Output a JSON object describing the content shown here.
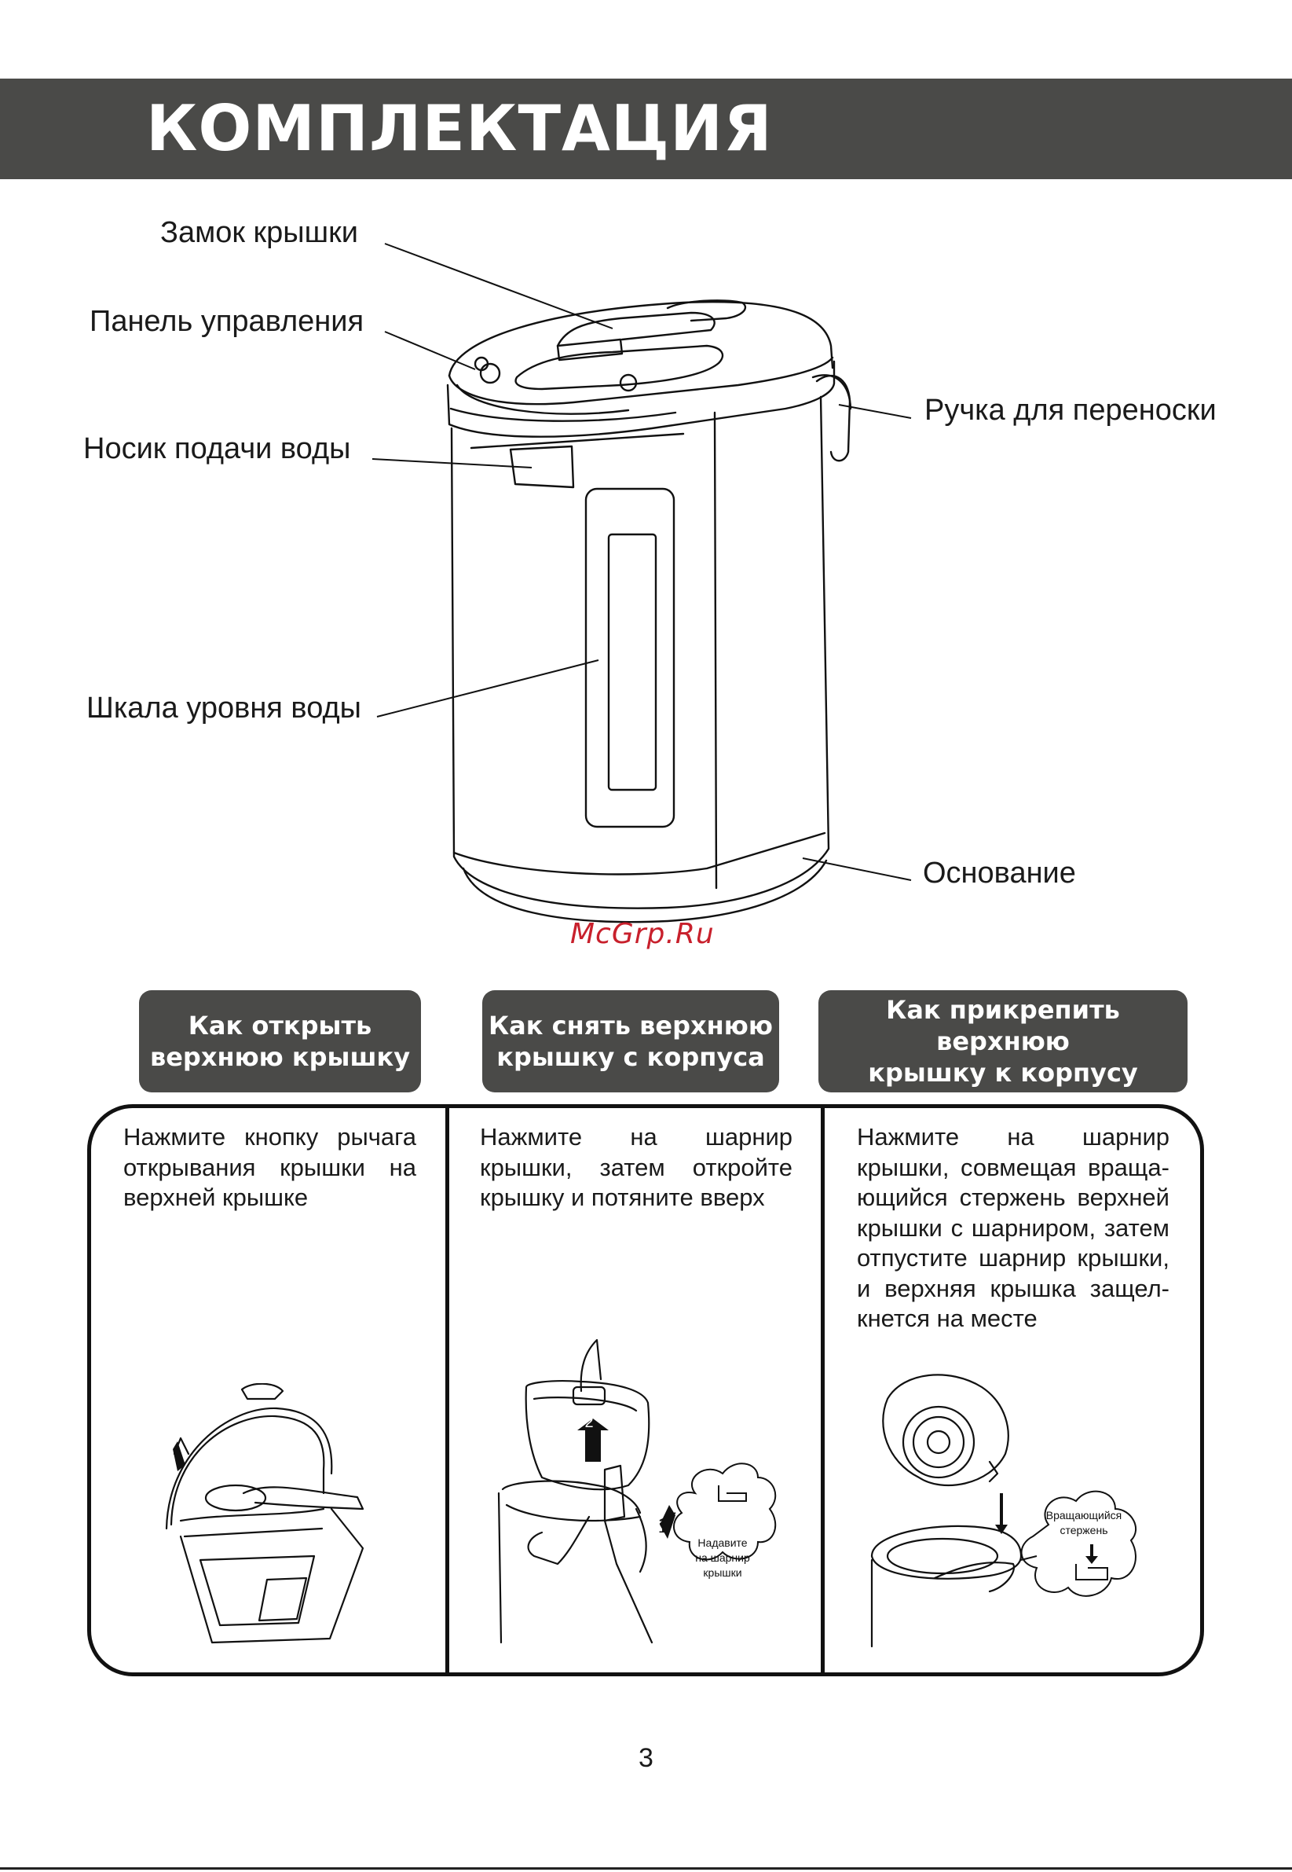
{
  "header": {
    "title": "КОМПЛЕКТАЦИЯ",
    "band_color": "#4a4a48"
  },
  "diagram": {
    "labels": {
      "lid_lock": "Замок крышки",
      "control_panel": "Панель управления",
      "spout": "Носик подачи воды",
      "water_gauge": "Шкала уровня воды",
      "carry_handle": "Ручка для переноски",
      "base": "Основание"
    }
  },
  "watermark": "McGrp.Ru",
  "steps": [
    {
      "title_line1": "Как открыть",
      "title_line2": "верхнюю крышку",
      "text": "Нажмите кнопку рычага открывания крышки на верхней крышке"
    },
    {
      "title_line1": "Как снять верхнюю",
      "title_line2": "крышку с корпуса",
      "text": "Нажмите на шарнир крышки, затем откройте крышку и потяните вверх",
      "callout": [
        "Надавите",
        "на шарнир",
        "крышки"
      ],
      "markers": [
        "1",
        "2"
      ]
    },
    {
      "title_line1": "Как прикрепить верхнюю",
      "title_line2": "крышку к корпусу",
      "text": "Нажмите на шарнир крышки, совмещая враща-ющийся стержень верхней крышки с шарниром, затем отпустите шарнир крышки, и верхняя крышка защел-кнется на месте",
      "callout": [
        "Вращающийся",
        "стержень"
      ]
    }
  ],
  "page_number": "3"
}
